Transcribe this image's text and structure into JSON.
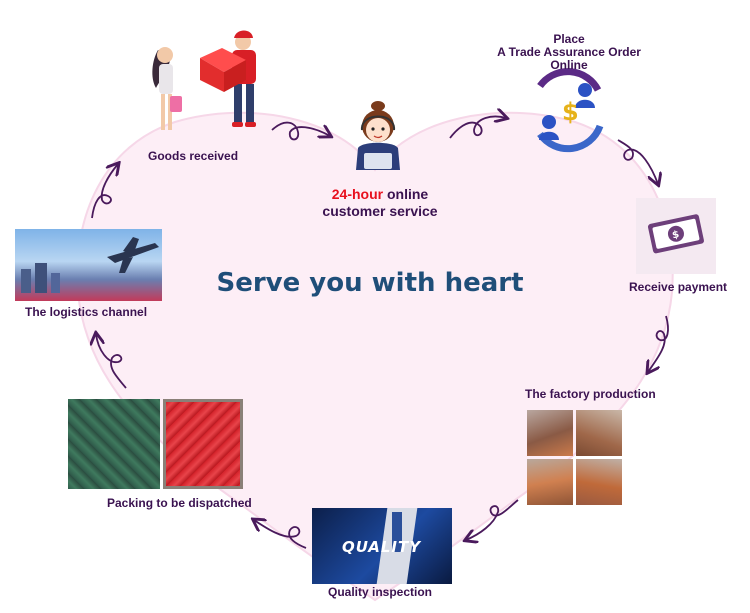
{
  "center_title": "Serve you with heart",
  "customer_service": {
    "highlight": "24-hour",
    "rest_line1": " online",
    "line2": "customer service"
  },
  "place_order": {
    "line1": "Place",
    "line2": "A Trade Assurance Order",
    "line3": "Online"
  },
  "steps": {
    "goods_received": "Goods received",
    "receive_payment": "Receive payment",
    "factory_production": "The factory production",
    "quality_inspection": "Quality inspection",
    "packing": "Packing to be dispatched",
    "logistics": "The logistics channel"
  },
  "quality_photo_text": "QUALITY",
  "colors": {
    "heart_fill": "#fdeef6",
    "arrow": "#4a1a5c",
    "label": "#3a1250",
    "title": "#1f4e79",
    "accent_red": "#e8101e"
  }
}
